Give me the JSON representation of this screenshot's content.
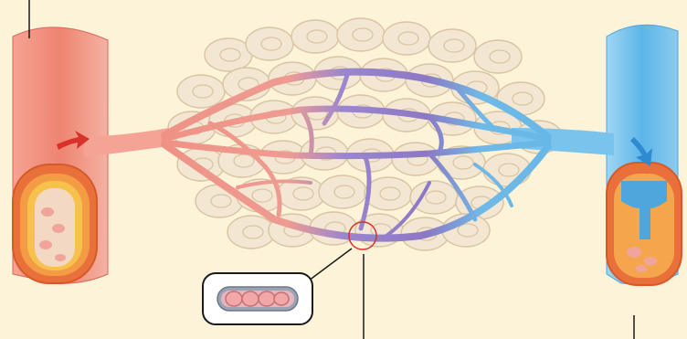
{
  "diagram": {
    "subject": "capillary-bed",
    "parts": [
      {
        "id": "artery",
        "icon": "artery-vessel-icon"
      },
      {
        "id": "capillaries",
        "icon": "capillary-network-icon"
      },
      {
        "id": "tissue-cells",
        "icon": "tissue-cells-icon"
      },
      {
        "id": "vein",
        "icon": "vein-vessel-icon"
      },
      {
        "id": "capillary-zoom",
        "icon": "capillary-cross-section-icon"
      }
    ],
    "colors": {
      "background": "#fdf3d9",
      "arterial": "#e8705e",
      "capillary_mid": "#8c78c4",
      "venous": "#5cb5e8",
      "tissue": "#f3e7d3",
      "tissue_outline": "#d8c4a2",
      "pointer_line": "#1a1a1a",
      "highlight_circle": "#d9322a"
    },
    "labels": []
  }
}
